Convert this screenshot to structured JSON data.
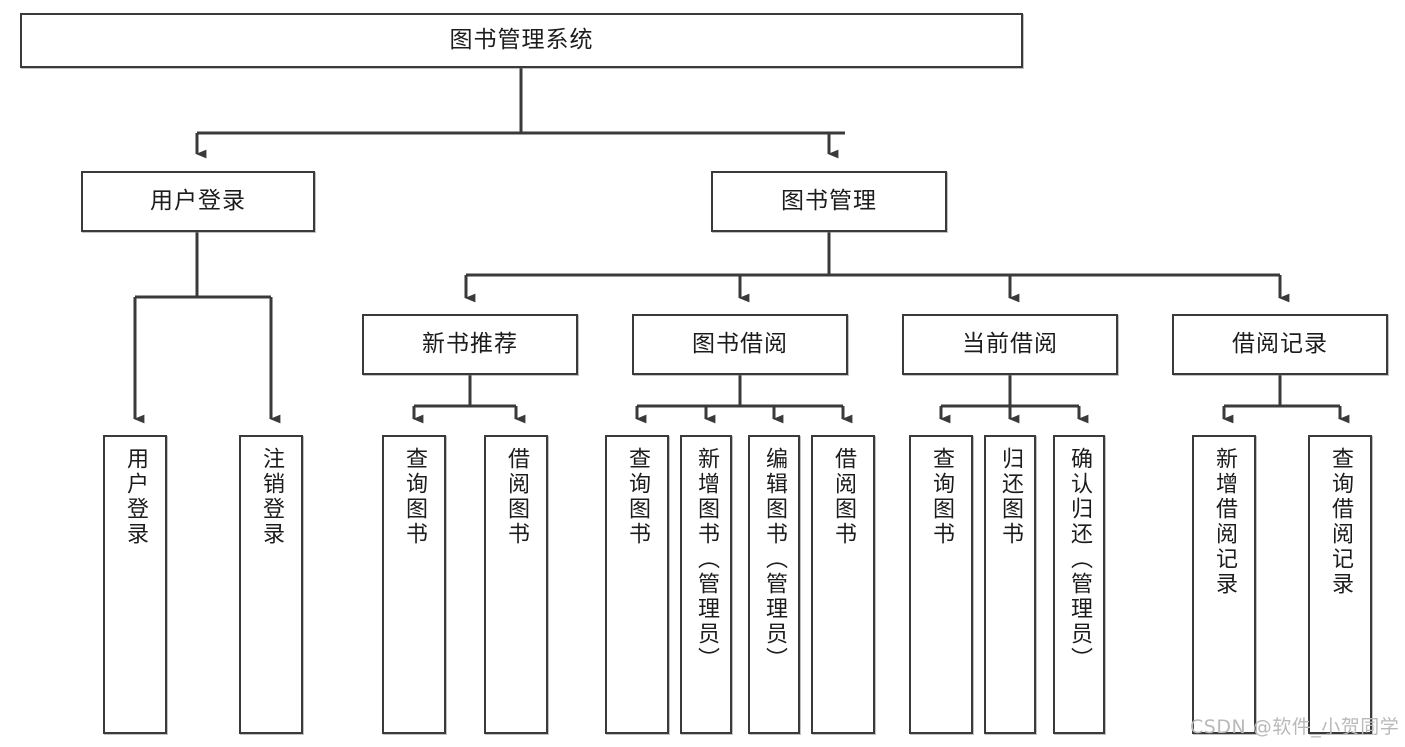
{
  "diagram": {
    "type": "tree-hierarchy-chart",
    "title": "图书管理系统",
    "line_color": "#3a3a3a",
    "box_fill": "#ffffff",
    "text_color": "#1c1c1c",
    "nodes": {
      "root": {
        "label": "图书管理系统"
      },
      "level2": [
        {
          "id": "user-login",
          "label": "用户登录"
        },
        {
          "id": "book-manage",
          "label": "图书管理"
        }
      ],
      "level3": [
        {
          "id": "new-book-recommend",
          "label": "新书推荐"
        },
        {
          "id": "book-borrow",
          "label": "图书借阅"
        },
        {
          "id": "current-borrow",
          "label": "当前借阅"
        },
        {
          "id": "borrow-record",
          "label": "借阅记录"
        }
      ],
      "leaves": [
        {
          "id": "leaf-user-login",
          "label": "用户登录",
          "parent": "user-login"
        },
        {
          "id": "leaf-logout",
          "label": "注销登录",
          "parent": "user-login"
        },
        {
          "id": "leaf-query-book-1",
          "label": "查询图书",
          "parent": "new-book-recommend"
        },
        {
          "id": "leaf-borrow-book-1",
          "label": "借阅图书",
          "parent": "new-book-recommend"
        },
        {
          "id": "leaf-query-book-2",
          "label": "查询图书",
          "parent": "book-borrow"
        },
        {
          "id": "leaf-add-book",
          "label": "新增图书（管理员）",
          "parent": "book-borrow"
        },
        {
          "id": "leaf-edit-book",
          "label": "编辑图书（管理员）",
          "parent": "book-borrow"
        },
        {
          "id": "leaf-borrow-book-2",
          "label": "借阅图书",
          "parent": "book-borrow"
        },
        {
          "id": "leaf-query-book-3",
          "label": "查询图书",
          "parent": "current-borrow"
        },
        {
          "id": "leaf-return-book",
          "label": "归还图书",
          "parent": "current-borrow"
        },
        {
          "id": "leaf-confirm-return",
          "label": "确认归还（管理员）",
          "parent": "current-borrow"
        },
        {
          "id": "leaf-add-record",
          "label": "新增借阅记录",
          "parent": "borrow-record"
        },
        {
          "id": "leaf-query-record",
          "label": "查询借阅记录",
          "parent": "borrow-record"
        }
      ]
    }
  },
  "watermark": {
    "text": "CSDN @软件_小贺同学"
  }
}
